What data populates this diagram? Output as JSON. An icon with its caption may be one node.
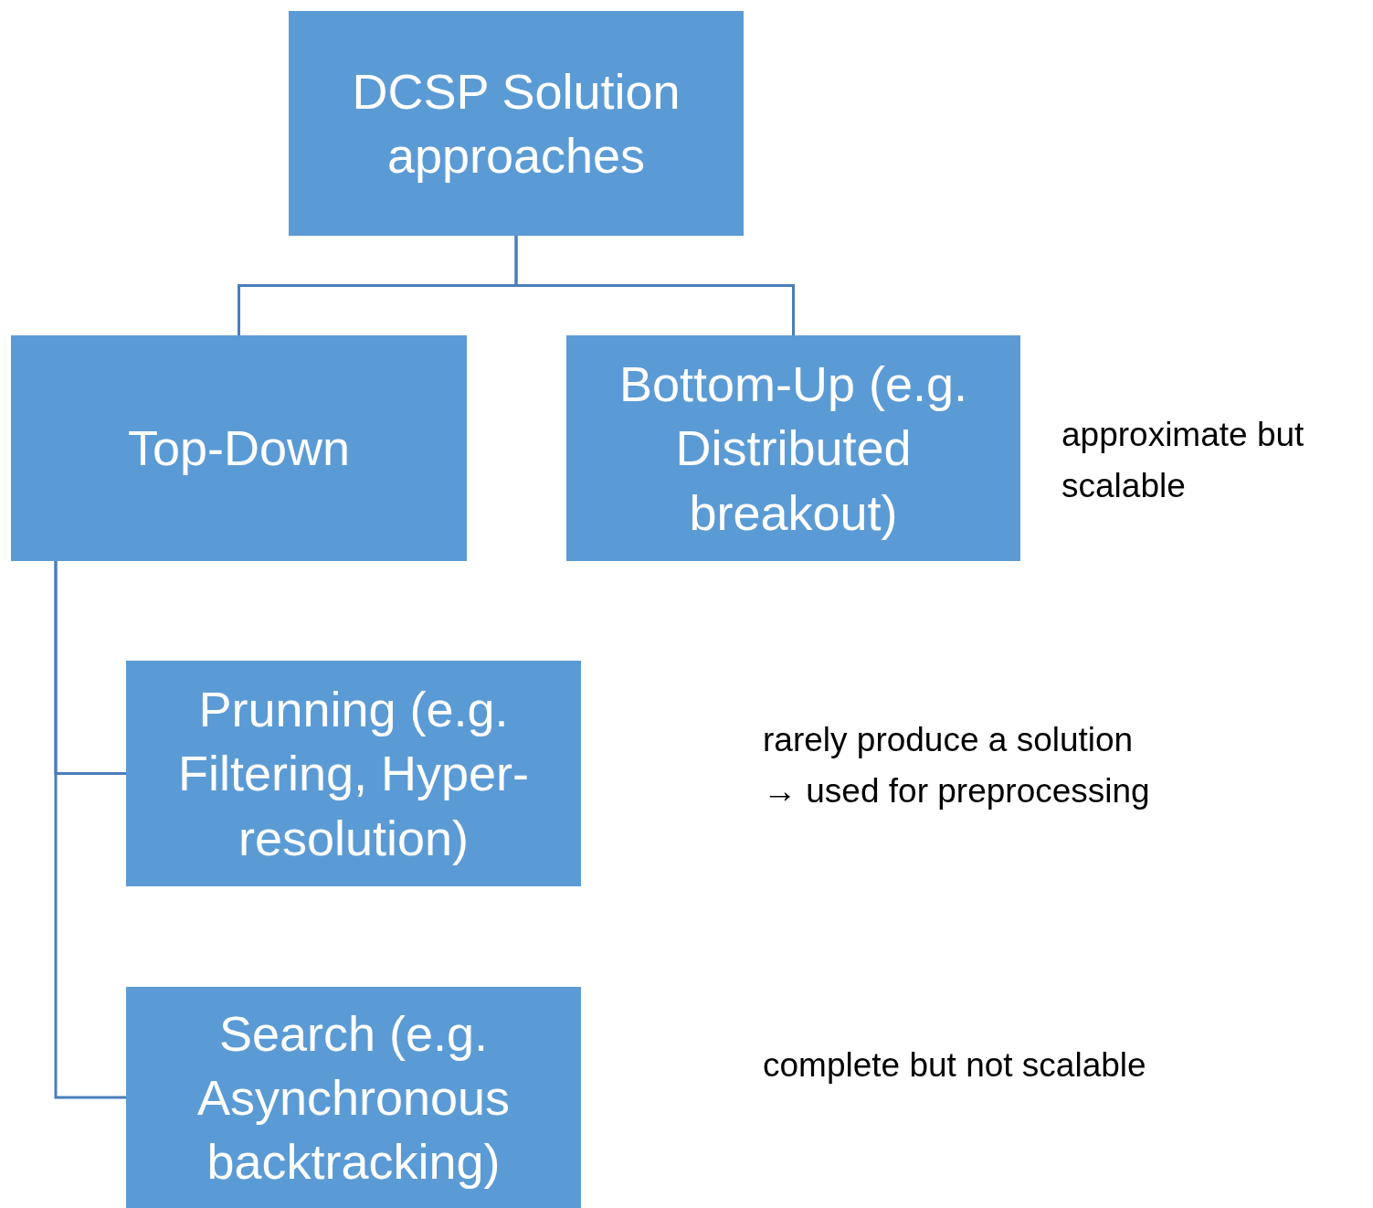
{
  "diagram": {
    "nodes": [
      {
        "text": [
          "DCSP Solution approaches"
        ]
      },
      {
        "text": [
          "Top-Down"
        ]
      },
      {
        "text": [
          "Bottom-Up (e.g. Distributed breakout)"
        ],
        "beside": [
          "approximate but scalable"
        ]
      },
      {
        "text": [
          "Prunning (e.g. Filtering, Hyper-resolution)"
        ]
      },
      {
        "text": [
          "Search (e.g. Asynchronous backtracking)"
        ]
      }
    ],
    "labels": [
      "rarely produce a solution → used for preprocessing",
      "complete but not scalable"
    ],
    "edges": [
      {
        "from": 0,
        "to": 1,
        "arrow": "none"
      },
      {
        "from": 0,
        "to": 2,
        "arrow": "none"
      },
      {
        "from": 1,
        "to": 3,
        "arrow": "none"
      },
      {
        "from": 1,
        "to": 4,
        "arrow": "none"
      }
    ]
  }
}
